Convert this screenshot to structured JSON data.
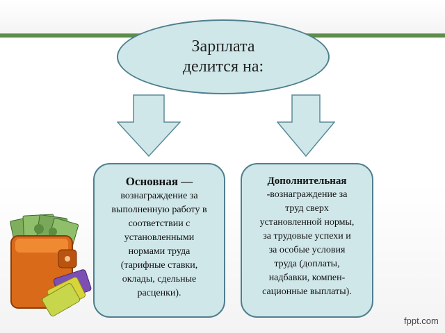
{
  "oval": {
    "line1": "Зарплата",
    "line2": "делится на:"
  },
  "left_box": {
    "heading": "Основная —",
    "lines": [
      "вознаграждение за",
      "выполненную работу в",
      "соответствии с",
      "установленными",
      "нормами труда",
      "(тарифные ставки,",
      "оклады, сдельные",
      "расценки)."
    ]
  },
  "right_box": {
    "heading": "Дополнительная",
    "lead_dash": "-",
    "lines": [
      "вознаграждение за",
      "труд сверх",
      "установленной нормы,",
      "за трудовые успехи и",
      "за особые условия",
      "труда (доплаты,",
      "надбавки, компен-",
      "сационные выплаты)."
    ]
  },
  "logo": "fppt.com",
  "colors": {
    "shape_fill": "#cfe7e9",
    "shape_border": "#4f7f8e",
    "arrow_fill": "#cfe7e9",
    "rule_green": "#5b8f4a"
  },
  "icons": [
    "wallet-with-money-icon"
  ]
}
